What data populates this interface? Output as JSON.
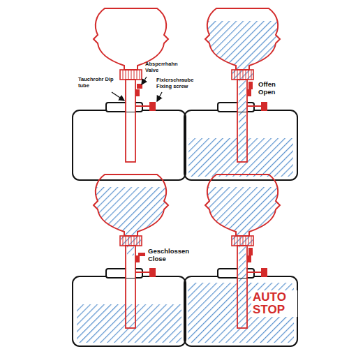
{
  "diagram": {
    "labels": [
      "Absperrhahn Valve",
      "Tauchrohr Dip tube",
      "Fixierschraube Fixing screw",
      "Offen Open",
      "Geschlossen Close",
      "AUTO STOP"
    ]
  }
}
